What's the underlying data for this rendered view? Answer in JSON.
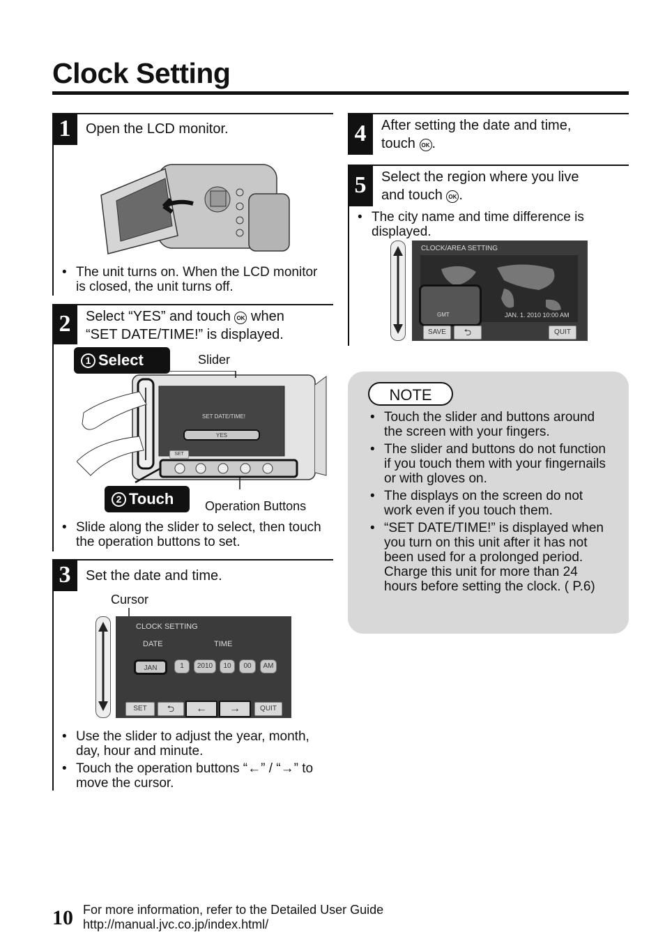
{
  "page": {
    "title": "Clock Setting",
    "page_number": "10",
    "footer_line1": "For more information, refer to the Detailed User Guide",
    "footer_line2": "http://manual.jvc.co.jp/index.html/"
  },
  "step1": {
    "num": "1",
    "heading": "Open the LCD monitor.",
    "bullets": [
      "The unit turns on. When the LCD monitor is closed, the unit turns off."
    ]
  },
  "step2": {
    "num": "2",
    "heading_line1_a": "Select “YES” and touch",
    "heading_line1_b": "when",
    "heading_line2": "“SET DATE/TIME!” is displayed.",
    "select_circ": "1",
    "select_label": "Select",
    "touch_circ": "2",
    "touch_label": "Touch",
    "slider_label": "Slider",
    "operation_label": "Operation Buttons",
    "screen_title": "SET DATE/TIME!",
    "screen_yes": "YES",
    "screen_set": "SET",
    "bullets": [
      "Slide along the slider to select, then touch the operation buttons to set."
    ]
  },
  "step3": {
    "num": "3",
    "heading": "Set the date and time.",
    "cursor_label": "Cursor",
    "screen": {
      "title": "CLOCK SETTING",
      "date_label": "DATE",
      "time_label": "TIME",
      "month": "JAN",
      "day": "1",
      "year": "2010",
      "hour": "10",
      "minute": "00",
      "ampm": "AM",
      "set": "SET",
      "quit": "QUIT"
    },
    "bullet1": "Use the slider to adjust the year, month, day, hour and minute.",
    "bullet2_a": "Touch the operation buttons “",
    "bullet2_b": "” / “",
    "bullet2_c": "” to move the cursor."
  },
  "step4": {
    "num": "4",
    "heading_line1": "After setting the date and time,",
    "heading_line2_a": "touch",
    "heading_line2_b": "."
  },
  "step5": {
    "num": "5",
    "heading_line1": "Select the region where you live",
    "heading_line2_a": "and touch",
    "heading_line2_b": ".",
    "bullets": [
      "The city name and time difference is displayed."
    ],
    "screen": {
      "title": "CLOCK/AREA SETTING",
      "gmt": "GMT",
      "datetime": "JAN. 1. 2010  10:00 AM",
      "save": "SAVE",
      "quit": "QUIT"
    }
  },
  "note": {
    "label": "NOTE",
    "bullets": [
      "Touch the slider and buttons around the screen with your fingers.",
      "The slider and buttons do not function if you touch them with your fingernails or with gloves on.",
      "The displays on the screen do not work even if you touch them.",
      "“SET DATE/TIME!” is displayed when you turn on this unit after it has not been used for a prolonged period. Charge this unit for more than 24 hours before setting the clock. ( P.6)"
    ]
  },
  "icons": {
    "ok_button": "OK",
    "arrow_left": "←",
    "arrow_right": "→",
    "return": "⮌"
  }
}
